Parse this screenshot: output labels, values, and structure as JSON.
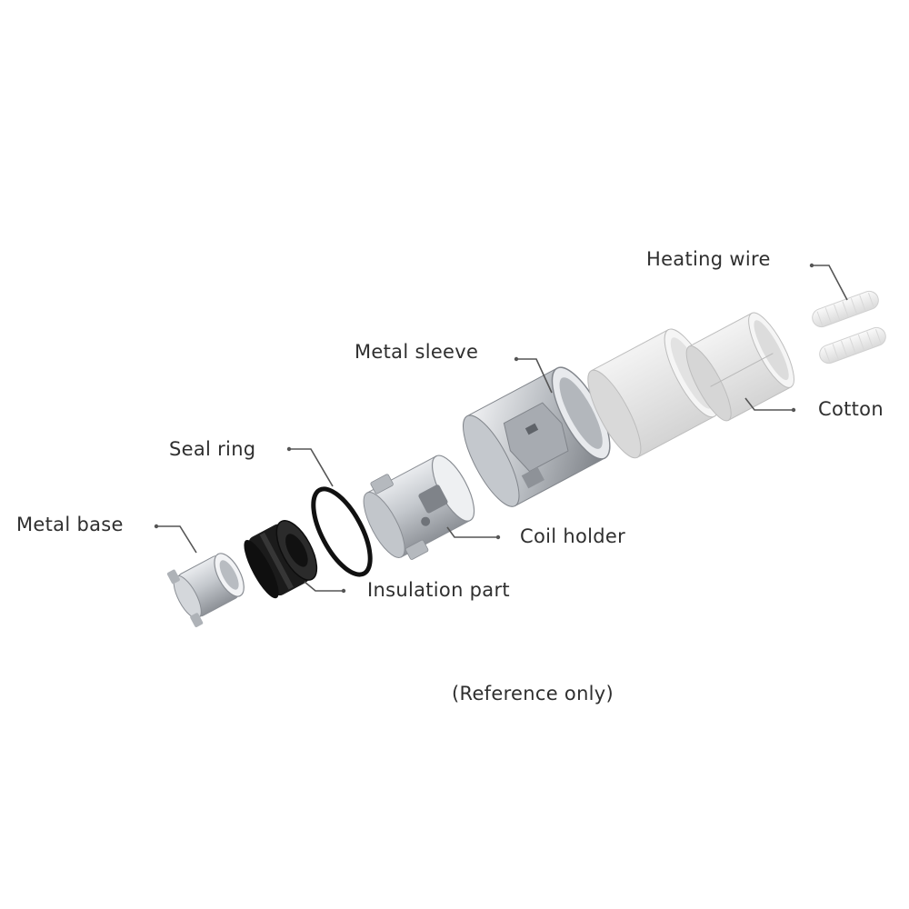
{
  "diagram": {
    "labels": {
      "heating_wire": "Heating wire",
      "metal_sleeve": "Metal sleeve",
      "cotton": "Cotton",
      "seal_ring": "Seal ring",
      "coil_holder": "Coil holder",
      "metal_base": "Metal base",
      "insulation_part": "Insulation part"
    },
    "note": "(Reference only)"
  },
  "colors": {
    "metal": "#c9ccd0",
    "metal_dark": "#8e9298",
    "rubber": "#1b1b1b",
    "cotton": "#e6e6e6",
    "text": "#2f2f2f"
  }
}
